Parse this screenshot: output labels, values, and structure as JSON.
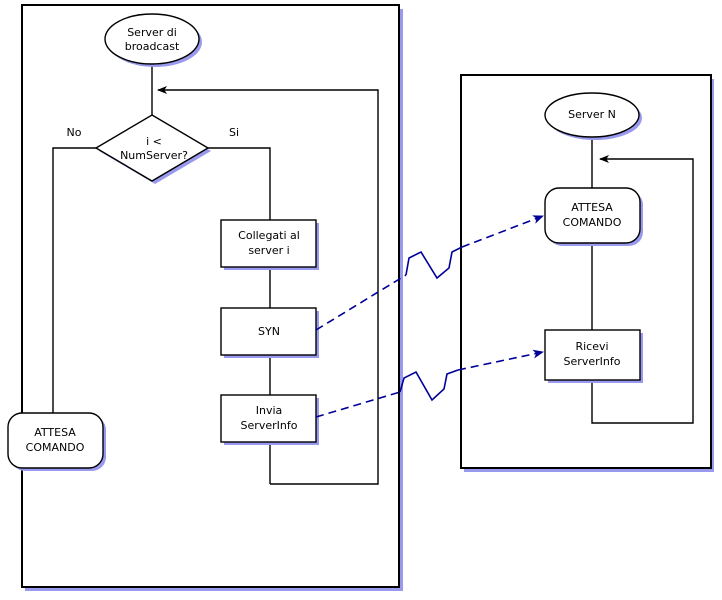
{
  "diagram": {
    "type": "flowchart",
    "title_visible": false,
    "colors": {
      "stroke": "#000000",
      "shadow": "#9999ee",
      "message_line": "#000099",
      "fill": "#ffffff"
    },
    "panels": [
      {
        "id": "broadcast-panel",
        "name": "broadcast-server-panel"
      },
      {
        "id": "server-n-panel",
        "name": "server-n-panel"
      }
    ],
    "left": {
      "start": {
        "label": "Server di\nbroadcast",
        "line1": "Server di",
        "line2": "broadcast",
        "shape": "ellipse"
      },
      "decision": {
        "label": "i <\nNumServer?",
        "line1": "i <",
        "line2": "NumServer?",
        "shape": "diamond"
      },
      "branch_no": "No",
      "branch_si": "Si",
      "wait": {
        "label": "ATTESA\nCOMANDO",
        "line1": "ATTESA",
        "line2": "COMANDO",
        "shape": "rounded-rect"
      },
      "connect": {
        "label": "Collegati al\nserver i",
        "line1": "Collegati al",
        "line2": "server i",
        "shape": "rect"
      },
      "syn": {
        "label": "SYN",
        "line1": "SYN",
        "line2": "",
        "shape": "rect"
      },
      "send": {
        "label": "Invia\nServerInfo",
        "line1": "Invia",
        "line2": "ServerInfo",
        "shape": "rect"
      }
    },
    "right": {
      "start": {
        "label": "Server N",
        "line1": "Server N",
        "line2": "",
        "shape": "ellipse"
      },
      "wait": {
        "label": "ATTESA\nCOMANDO",
        "line1": "ATTESA",
        "line2": "COMANDO",
        "shape": "rounded-rect"
      },
      "receive": {
        "label": "Ricevi\nServerInfo",
        "line1": "Ricevi",
        "line2": "ServerInfo",
        "shape": "rect"
      }
    },
    "messages": [
      {
        "from": "SYN",
        "to": "ATTESA COMANDO",
        "style": "dashed-arrow-with-break"
      },
      {
        "from": "Invia ServerInfo",
        "to": "Ricevi ServerInfo",
        "style": "dashed-arrow-with-break"
      }
    ]
  }
}
